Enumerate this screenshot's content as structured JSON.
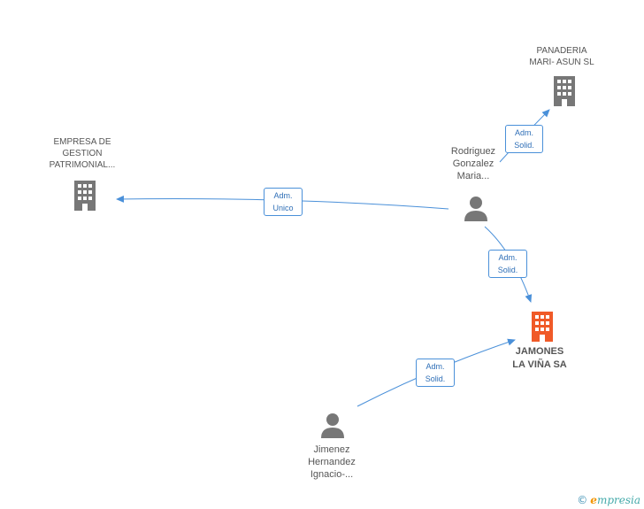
{
  "nodes": {
    "panaderia": {
      "lines": [
        "PANADERIA",
        "MARI- ASUN SL"
      ],
      "type": "company"
    },
    "empresa_gestion": {
      "lines": [
        "EMPRESA DE",
        "GESTION",
        "PATRIMONIAL..."
      ],
      "type": "company"
    },
    "rodriguez": {
      "lines": [
        "Rodriguez",
        "Gonzalez",
        "Maria..."
      ],
      "type": "person"
    },
    "jamones": {
      "lines": [
        "JAMONES",
        "LA VIÑA SA"
      ],
      "type": "company-main"
    },
    "jimenez": {
      "lines": [
        "Jimenez",
        "Hernandez",
        "Ignacio-..."
      ],
      "type": "person"
    }
  },
  "edges": {
    "rod_to_panaderia": {
      "lines": [
        "Adm.",
        "Solid."
      ]
    },
    "rod_to_empresa": {
      "lines": [
        "Adm.",
        "Unico"
      ]
    },
    "rod_to_jamones": {
      "lines": [
        "Adm.",
        "Solid."
      ]
    },
    "jim_to_jamones": {
      "lines": [
        "Adm.",
        "Solid."
      ]
    }
  },
  "colors": {
    "company": "#777777",
    "main_company": "#f05a28",
    "person": "#777777",
    "edge": "#4a90d9"
  },
  "footer": {
    "copyright": "©",
    "brand_first": "e",
    "brand_rest": "mpresia"
  }
}
